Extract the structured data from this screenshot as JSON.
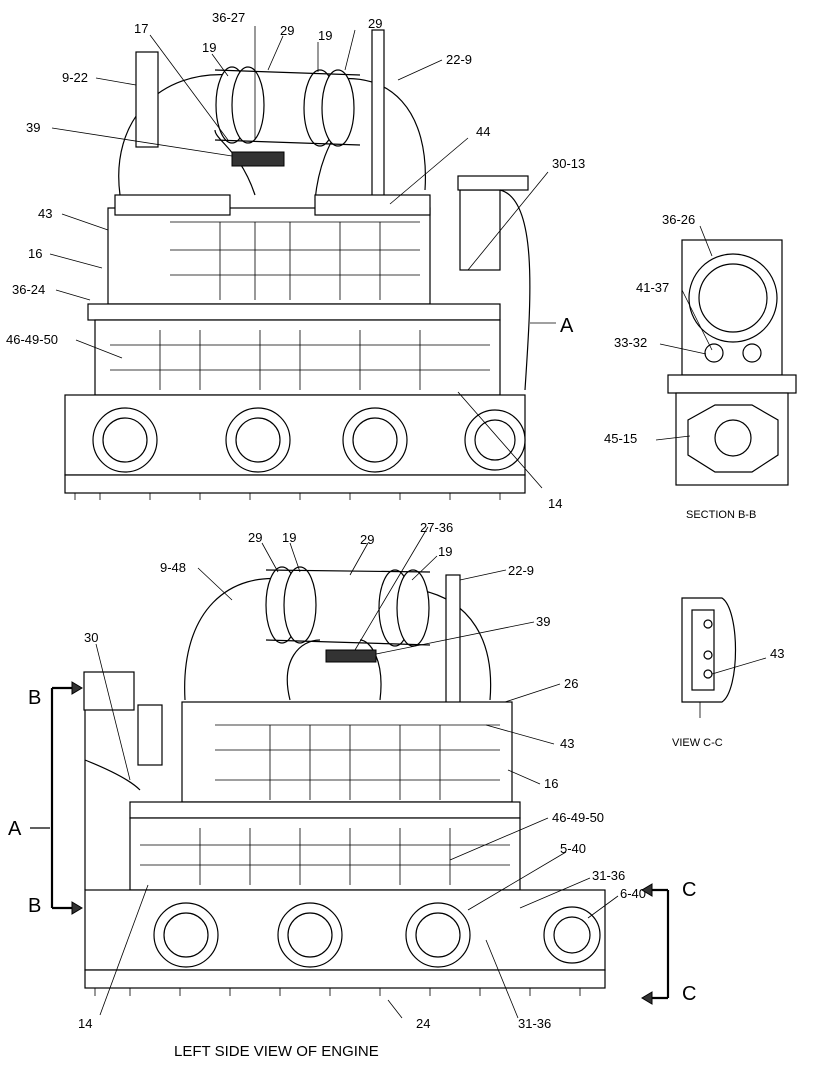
{
  "title": "LEFT SIDE VIEW OF ENGINE",
  "section_bb": "SECTION B-B",
  "view_cc": "VIEW C-C",
  "section_markers": {
    "a_top": "A",
    "a_left": "A",
    "b_top": "B",
    "b_bottom": "B",
    "c_top": "C",
    "c_bottom": "C"
  },
  "upper_callouts": [
    "17",
    "36-27",
    "29",
    "19",
    "19",
    "29",
    "9-22",
    "22-9",
    "39",
    "44",
    "30-13",
    "43",
    "16",
    "36-24",
    "46-49-50",
    "14"
  ],
  "section_callouts": [
    "36-26",
    "41-37",
    "33-32",
    "45-15"
  ],
  "lower_callouts": [
    "29",
    "19",
    "29",
    "27-36",
    "19",
    "9-48",
    "22-9",
    "30",
    "39",
    "26",
    "43",
    "16",
    "46-49-50",
    "5-40",
    "31-36",
    "6-40",
    "14",
    "24",
    "31-36"
  ],
  "view_callouts": [
    "43"
  ]
}
